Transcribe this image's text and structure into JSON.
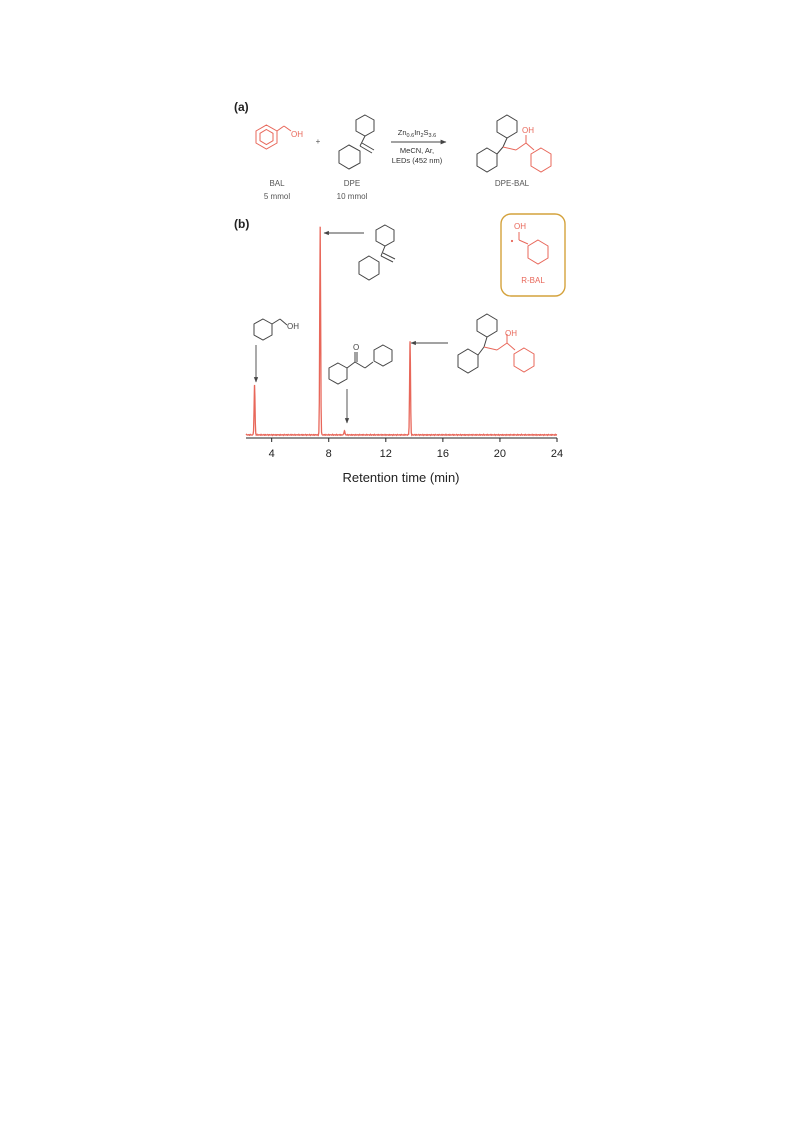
{
  "panel_a": {
    "label": "(a)",
    "plus": "+",
    "reactant1": {
      "name": "BAL",
      "amount": "5 mmol",
      "oh": "OH"
    },
    "reactant2": {
      "name": "DPE",
      "amount": "10 mmol"
    },
    "catalyst": {
      "zn": "Zn",
      "zn_sub": "0.6",
      "in": "In",
      "in_sub": "2",
      "s": "S",
      "s_sub": "3.6"
    },
    "conditions_line1": "MeCN, Ar,",
    "conditions_line2": "LEDs (452 nm)",
    "product": {
      "name": "DPE-BAL",
      "oh": "OH"
    }
  },
  "panel_b": {
    "label": "(b)",
    "inset": {
      "label": "R-BAL",
      "oh": "OH"
    },
    "struct_oh": "OH",
    "struct_o": "O"
  },
  "colors": {
    "trace": "#e8675a",
    "inset_border": "#d4a23c",
    "ink": "#444444"
  },
  "chart_data": {
    "type": "line",
    "title": "",
    "xlabel": "Retention time (min)",
    "ylabel": "",
    "xlim": [
      2.2,
      24
    ],
    "ylim": [
      0,
      100
    ],
    "xticks": [
      4,
      8,
      12,
      16,
      20,
      24
    ],
    "x_tick_labels": [
      "4",
      "8",
      "12",
      "16",
      "20",
      "24"
    ],
    "grid": false,
    "series": [
      {
        "peaks": [
          {
            "x": 2.8,
            "height": 24
          },
          {
            "x": 7.4,
            "height": 100
          },
          {
            "x": 9.1,
            "height": 2
          },
          {
            "x": 13.7,
            "height": 45
          }
        ],
        "baseline": 1.5
      }
    ]
  }
}
